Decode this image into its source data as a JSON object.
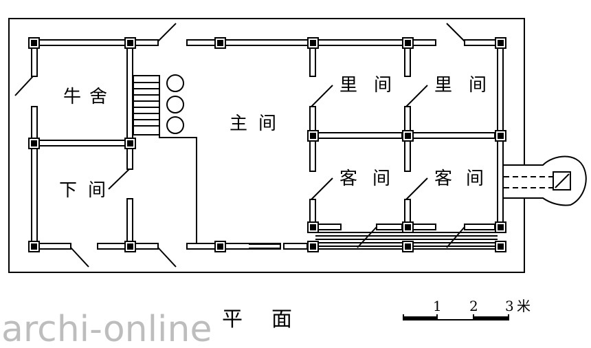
{
  "rooms": {
    "cowshed": "牛 舍",
    "lower_room": "下 间",
    "main_hall": "主 间",
    "inner_room_1": "里 间",
    "inner_room_2": "里 间",
    "guest_room_1": "客 间",
    "guest_room_2": "客 间"
  },
  "caption": "平 面",
  "scale_bar": {
    "ticks": [
      "1",
      "2",
      "3"
    ],
    "unit": "米"
  },
  "watermark": "archi-online"
}
